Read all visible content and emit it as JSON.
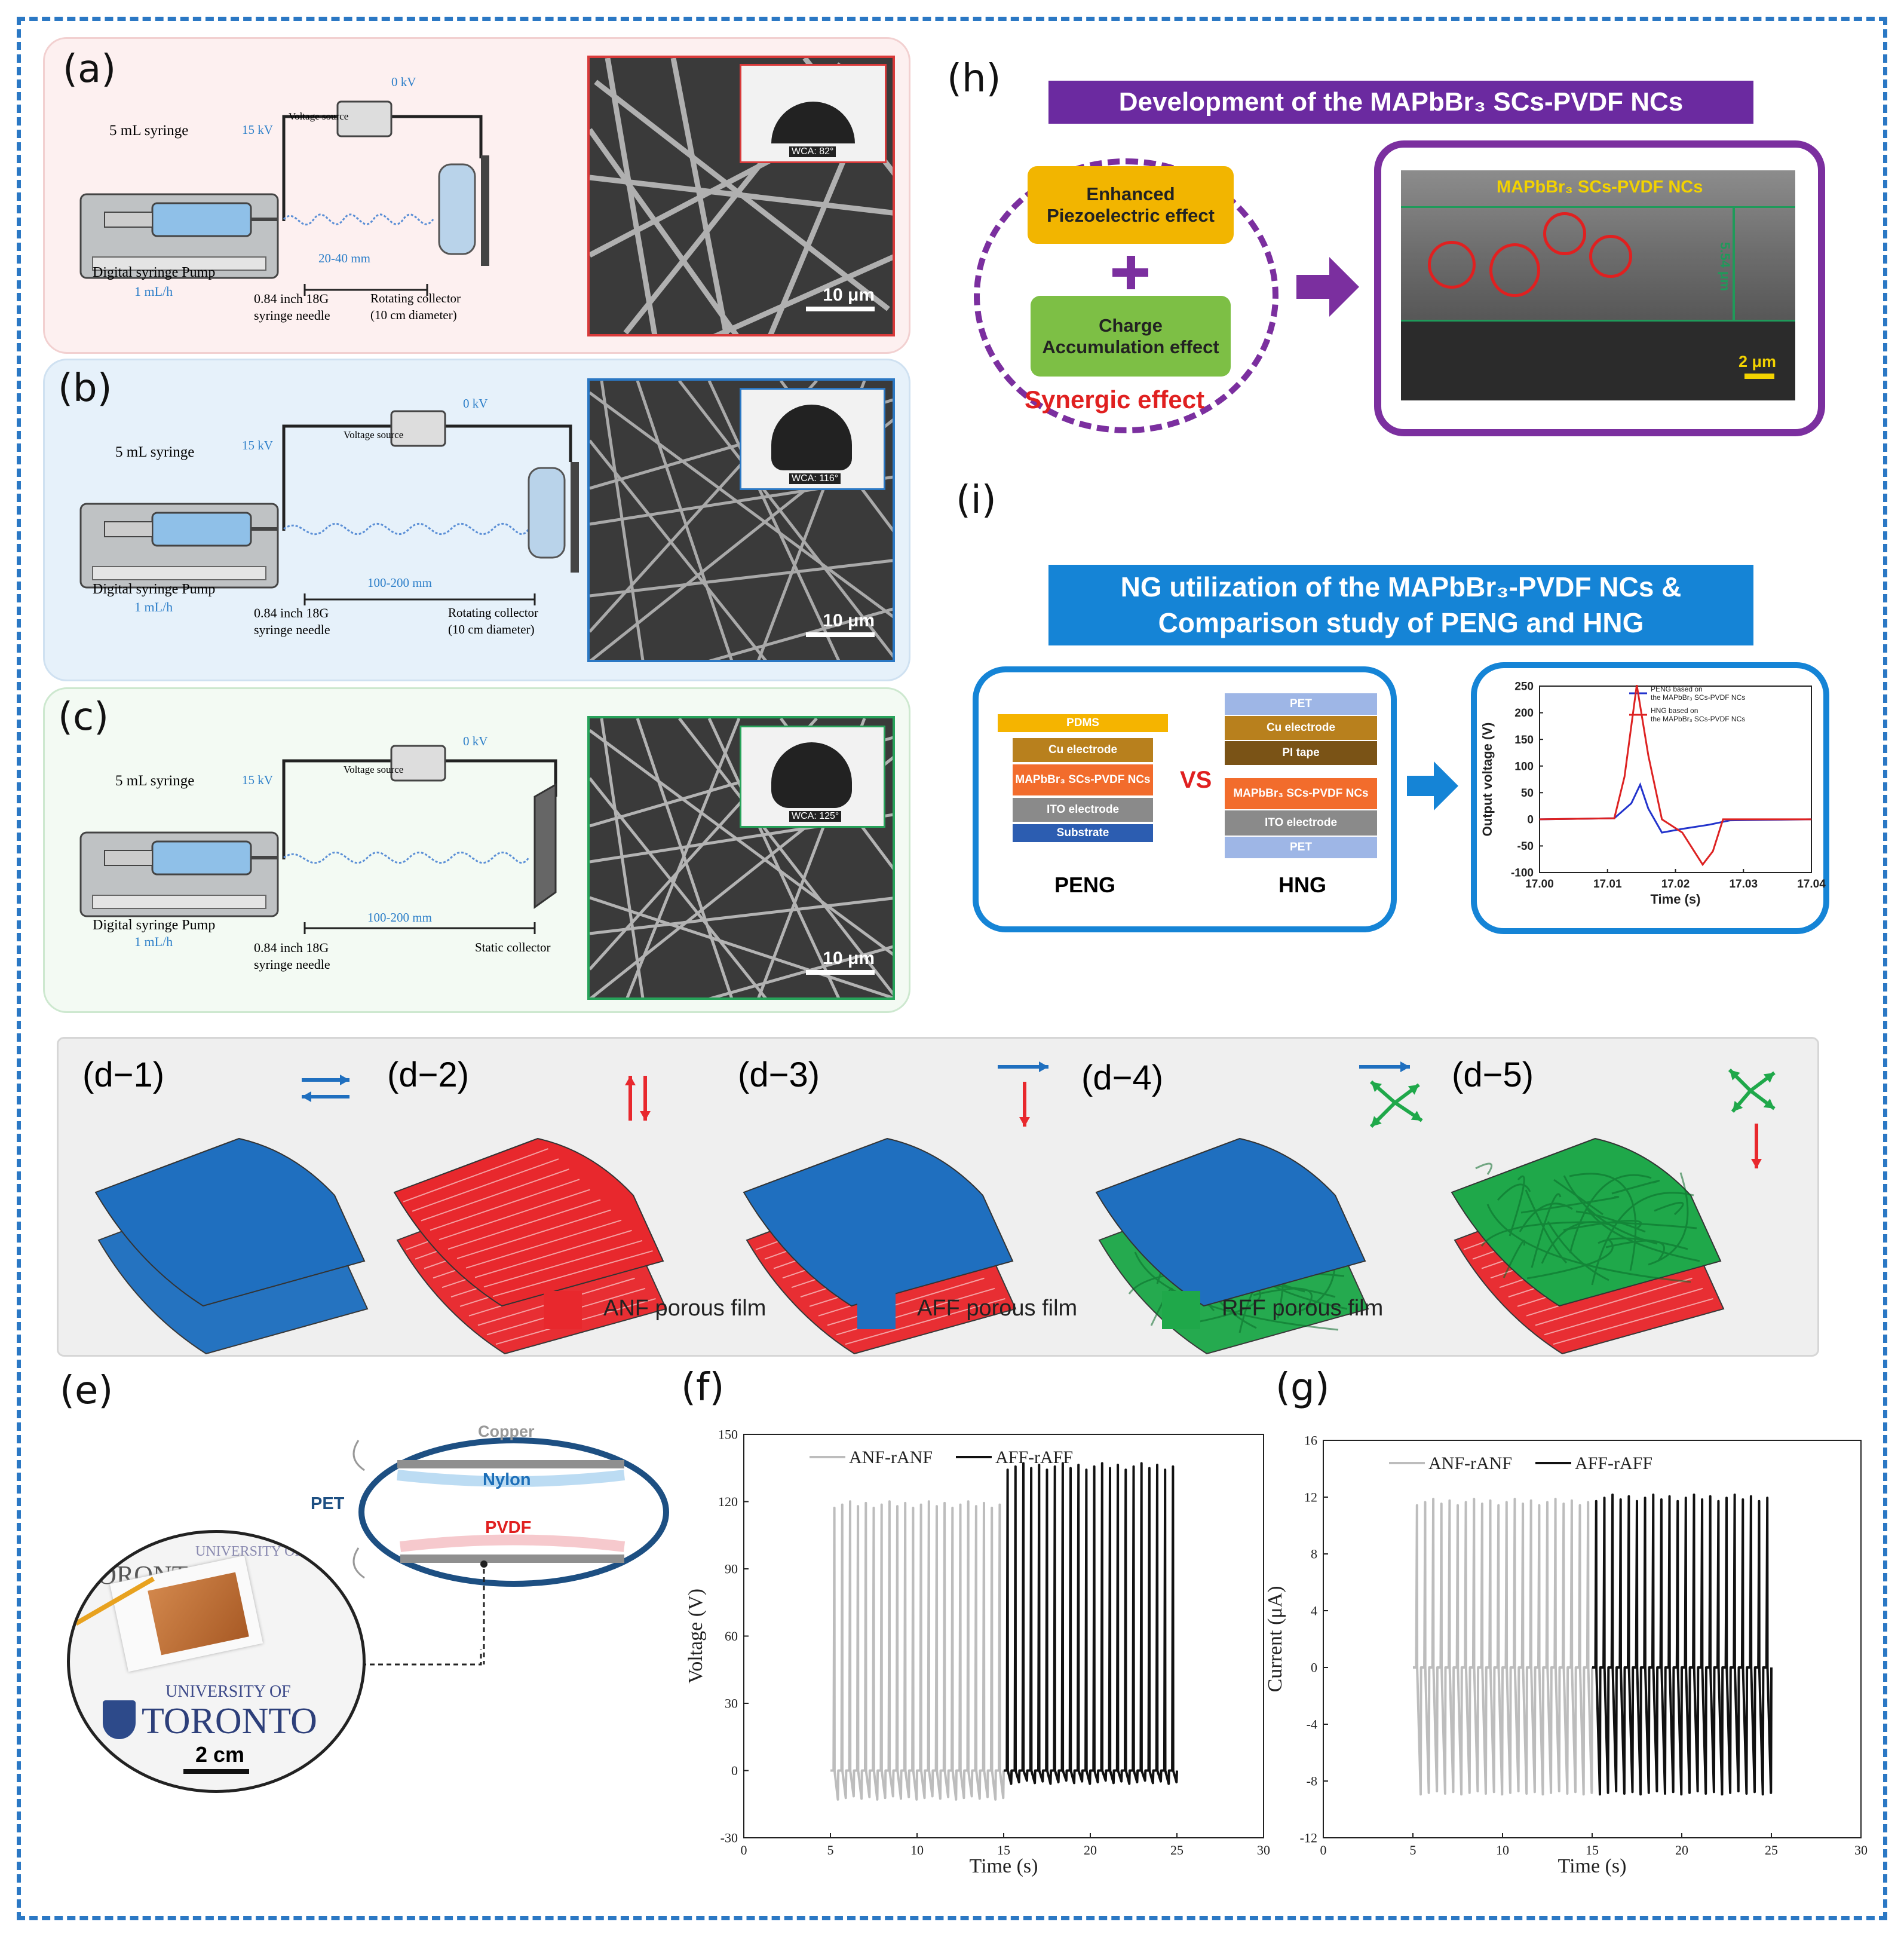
{
  "panels": {
    "a": {
      "label": "(a)",
      "syringe": "5 mL syringe",
      "voltage_source": "Voltage source",
      "kv_high": "15 kV",
      "kv_zero": "0 kV",
      "pump": "Digital syringe Pump",
      "rate": "1 mL/h",
      "needle_line1": "0.84 inch 18G",
      "needle_line2": "syringe needle",
      "distance": "20-40 mm",
      "collector_line1": "Rotating collector",
      "collector_line2": "(10 cm diameter)",
      "wca": "WCA: 82°",
      "scale": "10 μm"
    },
    "b": {
      "label": "(b)",
      "syringe": "5 mL syringe",
      "voltage_source": "Voltage source",
      "kv_high": "15 kV",
      "kv_zero": "0 kV",
      "pump": "Digital syringe Pump",
      "rate": "1 mL/h",
      "needle_line1": "0.84 inch 18G",
      "needle_line2": "syringe needle",
      "distance": "100-200 mm",
      "collector_line1": "Rotating collector",
      "collector_line2": "(10 cm diameter)",
      "wca": "WCA: 116°",
      "scale": "10 μm"
    },
    "c": {
      "label": "(c)",
      "syringe": "5 mL syringe",
      "voltage_source": "Voltage source",
      "kv_high": "15 kV",
      "kv_zero": "0 kV",
      "pump": "Digital syringe Pump",
      "rate": "1 mL/h",
      "needle_line1": "0.84 inch 18G",
      "needle_line2": "syringe needle",
      "distance": "100-200 mm",
      "collector_line1": "Static collector",
      "wca": "WCA: 125°",
      "scale": "10 μm"
    },
    "h": {
      "label": "(h)",
      "title": "Development of the MAPbBr₃ SCs-PVDF NCs",
      "box1_line1": "Enhanced",
      "box1_line2": "Piezoelectric effect",
      "box2_line1": "Charge",
      "box2_line2": "Accumulation effect",
      "synergic": "Synergic effect",
      "sem_label": "MAPbBr₃ SCs-PVDF NCs",
      "thickness": "5.54 μm",
      "scale": "2 μm"
    },
    "i": {
      "label": "(i)",
      "title_line1": "NG utilization of the MAPbBr₃-PVDF NCs &",
      "title_line2": "Comparison study of  PENG and HNG",
      "peng_layers": [
        "PDMS",
        "Cu electrode",
        "MAPbBr₃ SCs-PVDF NCs",
        "ITO electrode",
        "Substrate"
      ],
      "hng_layers": [
        "PET",
        "Cu electrode",
        "PI tape",
        "MAPbBr₃ SCs-PVDF NCs",
        "ITO electrode",
        "PET"
      ],
      "vs": "VS",
      "peng": "PENG",
      "hng": "HNG",
      "chart": {
        "ylabel": "Output voltage (V)",
        "xlabel": "Time (s)",
        "legend1": "PENG based on the MAPbBr₃ SCs-PVDF NCs",
        "legend2": "HNG based on the MAPbBr₃ SCs-PVDF NCs"
      }
    },
    "d": {
      "labels": [
        "(d−1)",
        "(d−2)",
        "(d−3)",
        "(d−4)",
        "(d−5)"
      ],
      "legend": [
        "ANF porous film",
        "AFF porous film",
        "RFF porous film"
      ],
      "colors": {
        "anf": "#e8282d",
        "aff": "#1f6fbf",
        "rff": "#1fa84a"
      }
    },
    "e": {
      "label": "(e)",
      "copper": "Copper",
      "nylon": "Nylon",
      "pvdf": "PVDF",
      "pet": "PET",
      "logo_text_top": "UNIVERSITY OF",
      "logo_word": "TORONTO",
      "logo_sub": "UNIVERSITY OF",
      "scale": "2 cm"
    },
    "f": {
      "label": "(f)"
    },
    "g": {
      "label": "(g)"
    }
  },
  "chart_data": [
    {
      "id": "i",
      "type": "line",
      "xlabel": "Time (s)",
      "ylabel": "Output voltage (V)",
      "xlim": [
        17.0,
        17.04
      ],
      "ylim": [
        -100,
        250
      ],
      "xticks": [
        17.0,
        17.01,
        17.02,
        17.03,
        17.04
      ],
      "yticks": [
        -100,
        -50,
        0,
        50,
        100,
        150,
        200,
        250
      ],
      "series": [
        {
          "name": "PENG based on the MAPbBr₃ SCs-PVDF NCs",
          "color": "#2233cc",
          "points": [
            [
              17.0,
              0
            ],
            [
              17.011,
              2
            ],
            [
              17.0135,
              30
            ],
            [
              17.0148,
              65
            ],
            [
              17.016,
              20
            ],
            [
              17.018,
              -25
            ],
            [
              17.021,
              -18
            ],
            [
              17.025,
              -10
            ],
            [
              17.028,
              -2
            ],
            [
              17.04,
              0
            ]
          ]
        },
        {
          "name": "HNG based on the MAPbBr₃ SCs-PVDF NCs",
          "color": "#dd2222",
          "points": [
            [
              17.0,
              0
            ],
            [
              17.011,
              2
            ],
            [
              17.0125,
              80
            ],
            [
              17.0143,
              252
            ],
            [
              17.016,
              120
            ],
            [
              17.018,
              0
            ],
            [
              17.021,
              -25
            ],
            [
              17.024,
              -85
            ],
            [
              17.0255,
              -60
            ],
            [
              17.027,
              0
            ],
            [
              17.04,
              0
            ]
          ]
        }
      ]
    },
    {
      "id": "f",
      "type": "line",
      "xlabel": "Time (s)",
      "ylabel": "Voltage (V)",
      "xlim": [
        0,
        30
      ],
      "ylim": [
        -30,
        150
      ],
      "xticks": [
        0,
        5,
        10,
        15,
        20,
        25,
        30
      ],
      "yticks": [
        -30,
        0,
        30,
        60,
        90,
        120,
        150
      ],
      "series": [
        {
          "name": "ANF-rANF",
          "color": "#bdbdbd",
          "t_start": 5,
          "t_end": 15,
          "pulses": 22,
          "peak": 119,
          "trough": -12
        },
        {
          "name": "AFF-rAFF",
          "color": "#111111",
          "t_start": 15,
          "t_end": 25,
          "pulses": 22,
          "peak": 136,
          "trough": -5
        }
      ]
    },
    {
      "id": "g",
      "type": "line",
      "xlabel": "Time (s)",
      "ylabel": "Current (μA)",
      "xlim": [
        0,
        30
      ],
      "ylim": [
        -12,
        16
      ],
      "xticks": [
        0,
        5,
        10,
        15,
        20,
        25,
        30
      ],
      "yticks": [
        -12,
        -8,
        -4,
        0,
        4,
        8,
        12,
        16
      ],
      "series": [
        {
          "name": "ANF-rANF",
          "color": "#bdbdbd",
          "t_start": 5,
          "t_end": 15,
          "pulses": 22,
          "peak": 11.7,
          "trough": -8.8
        },
        {
          "name": "AFF-rAFF",
          "color": "#111111",
          "t_start": 15,
          "t_end": 25,
          "pulses": 22,
          "peak": 12,
          "trough": -8.8
        }
      ]
    }
  ]
}
